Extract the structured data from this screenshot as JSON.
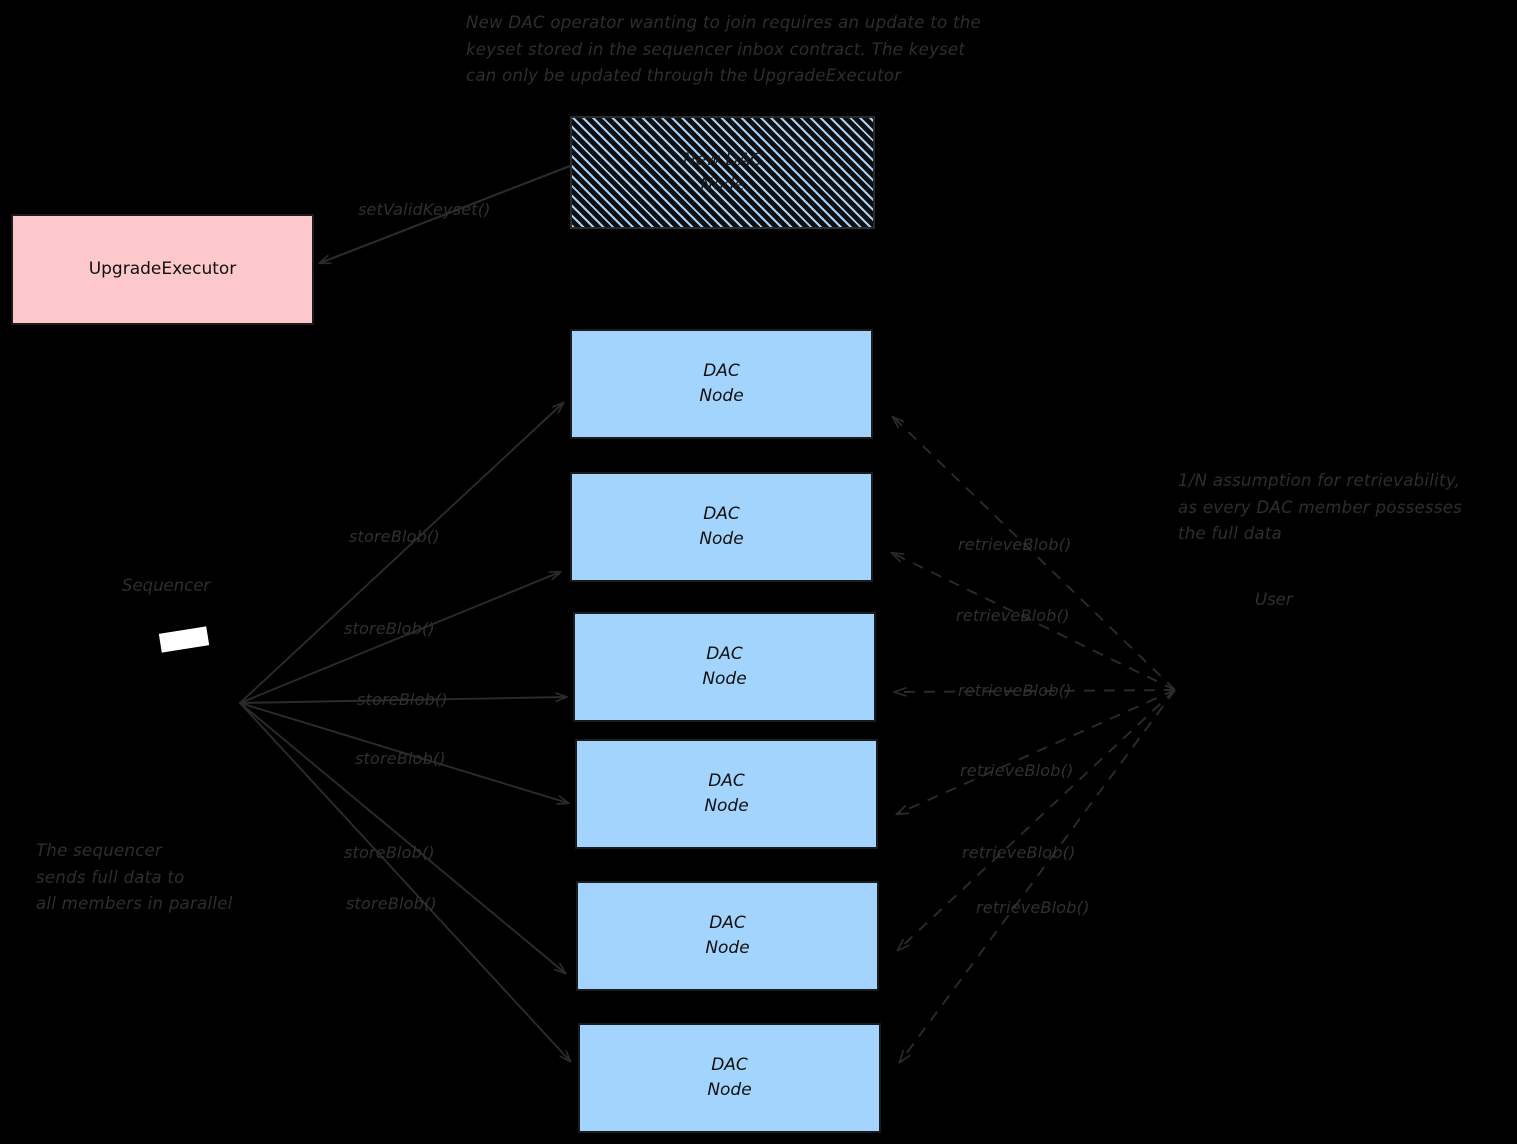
{
  "diagram": {
    "title_note": "New DAC operator wanting to join requires an update to the\nkeyset stored in the sequencer inbox contract. The keyset\ncan only be updated through the UpgradeExecutor",
    "retrievability_note": "1/N assumption for retrievability,\nas every DAC member possesses\nthe full data",
    "sequencer_note": "The sequencer\nsends full data to\nall members in parallel",
    "colors": {
      "background": "#000000",
      "dac_node_fill": "#a3d4fd",
      "upgrade_executor_fill": "#fdc8cb",
      "stroke": "#1b1b1b",
      "text": "#2e2e2e"
    }
  },
  "nodes": {
    "new_dac_node": {
      "line1": "New DAC",
      "line2": "Node"
    },
    "upgrade_executor": {
      "label": "UpgradeExecutor"
    },
    "dac_nodes": [
      {
        "line1": "DAC",
        "line2": "Node"
      },
      {
        "line1": "DAC",
        "line2": "Node"
      },
      {
        "line1": "DAC",
        "line2": "Node"
      },
      {
        "line1": "DAC",
        "line2": "Node"
      },
      {
        "line1": "DAC",
        "line2": "Node"
      },
      {
        "line1": "DAC",
        "line2": "Node"
      }
    ]
  },
  "actors": {
    "sequencer": {
      "label": "Sequencer"
    },
    "user": {
      "label": "User"
    }
  },
  "edges": {
    "set_valid_keyset": {
      "label": "setValidKeyset()"
    },
    "store_blob": [
      {
        "label": "storeBlob()"
      },
      {
        "label": "storeBlob()"
      },
      {
        "label": "storeBlob()"
      },
      {
        "label": "storeBlob()"
      },
      {
        "label": "storeBlob()"
      },
      {
        "label": "storeBlob()"
      }
    ],
    "retrieve_blob": [
      {
        "label": "retrieveBlob()"
      },
      {
        "label": "retrieveBlob()"
      },
      {
        "label": "retrieveBlob()"
      },
      {
        "label": "retrieveBlob()"
      },
      {
        "label": "retrieveBlob()"
      },
      {
        "label": "retrieveBlob()"
      }
    ]
  }
}
